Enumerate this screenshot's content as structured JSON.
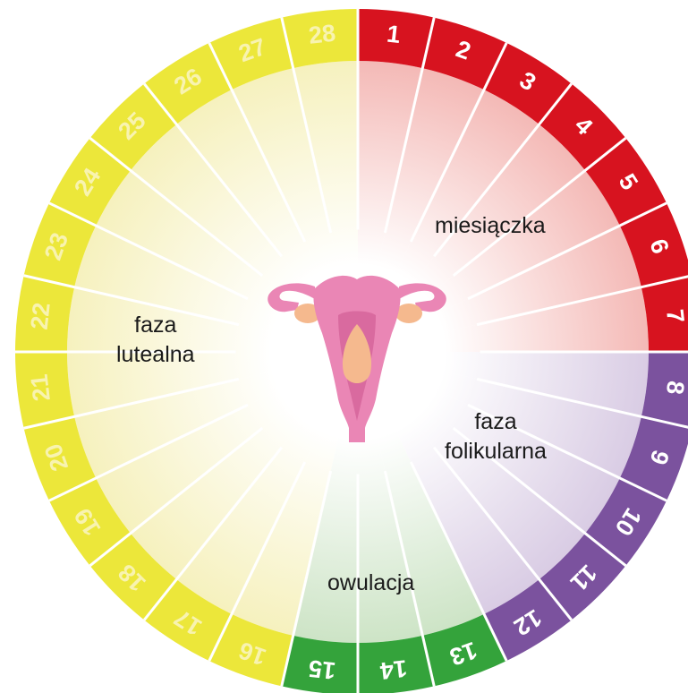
{
  "colors": {
    "menstruation": "#d7131f",
    "follicular": "#7b529e",
    "ovulation": "#34a33b",
    "luteal": "#ece73a",
    "separator": "#ffffff",
    "uterus_body": "#ea86b5",
    "uterus_dark": "#d96a9f",
    "ovary": "#f5b98e"
  },
  "days": [
    {
      "label": "1",
      "phase": "menstruation"
    },
    {
      "label": "2",
      "phase": "menstruation"
    },
    {
      "label": "3",
      "phase": "menstruation"
    },
    {
      "label": "4",
      "phase": "menstruation"
    },
    {
      "label": "5",
      "phase": "menstruation"
    },
    {
      "label": "6",
      "phase": "menstruation"
    },
    {
      "label": "7",
      "phase": "menstruation"
    },
    {
      "label": "8",
      "phase": "follicular"
    },
    {
      "label": "9",
      "phase": "follicular"
    },
    {
      "label": "10",
      "phase": "follicular"
    },
    {
      "label": "11",
      "phase": "follicular"
    },
    {
      "label": "12",
      "phase": "follicular"
    },
    {
      "label": "13",
      "phase": "ovulation"
    },
    {
      "label": "14",
      "phase": "ovulation"
    },
    {
      "label": "15",
      "phase": "ovulation"
    },
    {
      "label": "16",
      "phase": "luteal"
    },
    {
      "label": "17",
      "phase": "luteal"
    },
    {
      "label": "18",
      "phase": "luteal"
    },
    {
      "label": "19",
      "phase": "luteal"
    },
    {
      "label": "20",
      "phase": "luteal"
    },
    {
      "label": "21",
      "phase": "luteal"
    },
    {
      "label": "22",
      "phase": "luteal"
    },
    {
      "label": "23",
      "phase": "luteal"
    },
    {
      "label": "24",
      "phase": "luteal"
    },
    {
      "label": "25",
      "phase": "luteal"
    },
    {
      "label": "26",
      "phase": "luteal"
    },
    {
      "label": "27",
      "phase": "luteal"
    },
    {
      "label": "28",
      "phase": "luteal"
    }
  ],
  "phases": {
    "menstruation": {
      "label": "miesiączka"
    },
    "follicular": {
      "label_line1": "faza",
      "label_line2": "folikularna"
    },
    "ovulation": {
      "label": "owulacja"
    },
    "luteal": {
      "label_line1": "faza",
      "label_line2": "lutealna"
    }
  },
  "center_icon": "uterus-icon"
}
